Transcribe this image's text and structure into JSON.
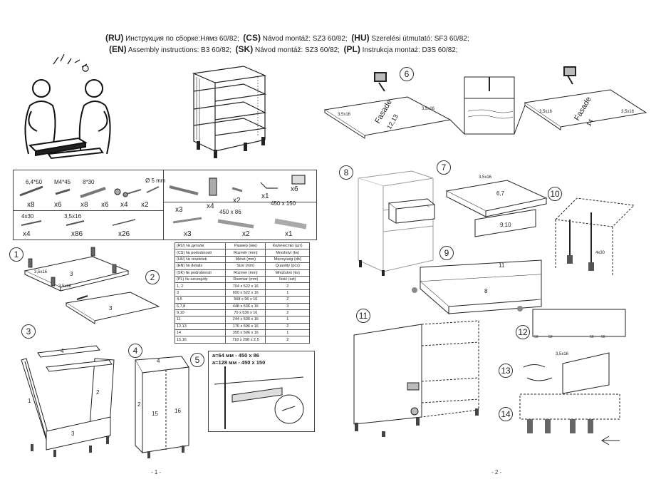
{
  "header": {
    "line1": [
      {
        "code": "(RU)",
        "text": "Инструкция по сборке:Нямз 60/82;"
      },
      {
        "code": "(CS)",
        "text": "Návod montáž: SZ3 60/82;"
      },
      {
        "code": "(HU)",
        "text": "Szerelési útmutató: SF3 60/82;"
      }
    ],
    "line2": [
      {
        "code": "(EN)",
        "text": "Assembly instructions: B3 60/82;"
      },
      {
        "code": "(SK)",
        "text": "Návod montáž: SZ3 60/82;"
      },
      {
        "code": "(PL)",
        "text": "Instrukcja montaż: D3S 60/82;"
      }
    ]
  },
  "hardware": {
    "screws": [
      {
        "size": "6,4*50",
        "qty": "x8"
      },
      {
        "size": "M4*45",
        "qty": "x6"
      },
      {
        "size": "8*30",
        "qty": "x8"
      },
      {
        "size": "",
        "qty": "x6"
      },
      {
        "size": "",
        "qty": "x4"
      },
      {
        "size": "Ø 5 mm",
        "qty": "x2"
      }
    ],
    "screws2": [
      {
        "size": "4x30",
        "qty": "x4"
      },
      {
        "size": "3,5x16",
        "qty": "x86"
      },
      {
        "size": "",
        "qty": "x26"
      }
    ],
    "fittings_top": [
      {
        "qty": "x3"
      },
      {
        "qty": "x4"
      },
      {
        "qty": "x2"
      },
      {
        "qty": "x1"
      },
      {
        "qty": "x6"
      }
    ],
    "fittings_bottom": [
      {
        "qty": "x3",
        "size": ""
      },
      {
        "qty": "x2",
        "size": "450 x 86"
      },
      {
        "qty": "x1",
        "size": "450 x 150"
      }
    ]
  },
  "parts_table": {
    "header_rows": [
      [
        "(RU)  № детали",
        "Размер  (мм)",
        "Количество (шт)"
      ],
      [
        "(CS)  № podrobnosti",
        "Rozměr (mm)",
        "Množství (ks)"
      ],
      [
        "(HU)  № részletek",
        "Méret (mm)",
        "Mennyiség (db)"
      ],
      [
        "(EN)  № details",
        "Size (mm)",
        "Quantity  (pcs)"
      ],
      [
        "(SK)  № podrobnosti",
        "Rozmer (mm)",
        "Množstvo (ks)"
      ],
      [
        "(PL)  № szczegóły",
        "Rozmiar (mm)",
        "Ilość (szt)"
      ]
    ],
    "rows": [
      [
        "1, 2",
        "704 x 522 x 16",
        "2"
      ],
      [
        "3",
        "600 x 522 x 16",
        "1"
      ],
      [
        "4,5",
        "568 x 96 x 16",
        "2"
      ],
      [
        "6,7,8",
        "448 x 536 x 16",
        "3"
      ],
      [
        "9,10",
        "70 x 536 x 16",
        "2"
      ],
      [
        "11",
        "244 x 536 x 16",
        "1"
      ],
      [
        "12,13",
        "176 x 596 x 16",
        "2"
      ],
      [
        "14",
        "355 x 596 x 16",
        "1"
      ],
      [
        "15,16",
        "718 x 298 x 2,5",
        "2"
      ]
    ]
  },
  "steps": {
    "s1": "1",
    "s2": "2",
    "s3": "3",
    "s4": "4",
    "s5": "5",
    "s6": "6",
    "s7": "7",
    "s8": "8",
    "s9": "9",
    "s10": "10",
    "s11": "11",
    "s12": "12",
    "s13": "13",
    "s14": "14"
  },
  "step5_note": {
    "a1": "a=64 мм - 450 x 86",
    "a2": "a=128 мм - 450 x 150"
  },
  "labels": {
    "screw_35x16": "3,5x16",
    "screw_4x30": "4x30",
    "panel_3": "3",
    "panel_1": "1",
    "panel_2": "2",
    "panel_4": "4",
    "panel_15": "15",
    "panel_16": "16",
    "panel_67": "6,7",
    "panel_910": "9,10",
    "panel_11": "11",
    "panel_8": "8",
    "fasade1": "Fasade",
    "fasade1_num": "12,13",
    "fasade2": "Fasade",
    "fasade2_num": "14",
    "dim_50": "50"
  },
  "page_numbers": {
    "left": "- 1 -",
    "right": "- 2 -"
  }
}
